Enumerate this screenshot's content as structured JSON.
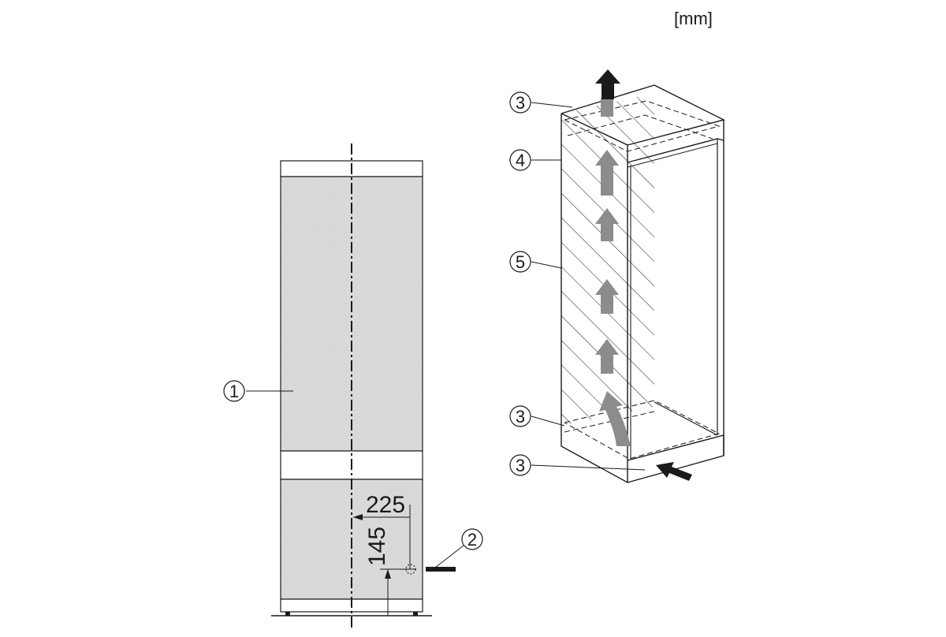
{
  "unit_label": "[mm]",
  "dimensions": {
    "horizontal_mm": "225",
    "vertical_mm": "145"
  },
  "callouts": {
    "left_1": "1",
    "left_2": "2",
    "right_3_top": "3",
    "right_4": "4",
    "right_5": "5",
    "right_3_middle": "3",
    "right_3_bottom": "3"
  },
  "colors": {
    "line": "#1a1a1a",
    "panel_fill": "#dcdcdc",
    "air_arrow": "#8c8c8c",
    "background": "#ffffff"
  }
}
